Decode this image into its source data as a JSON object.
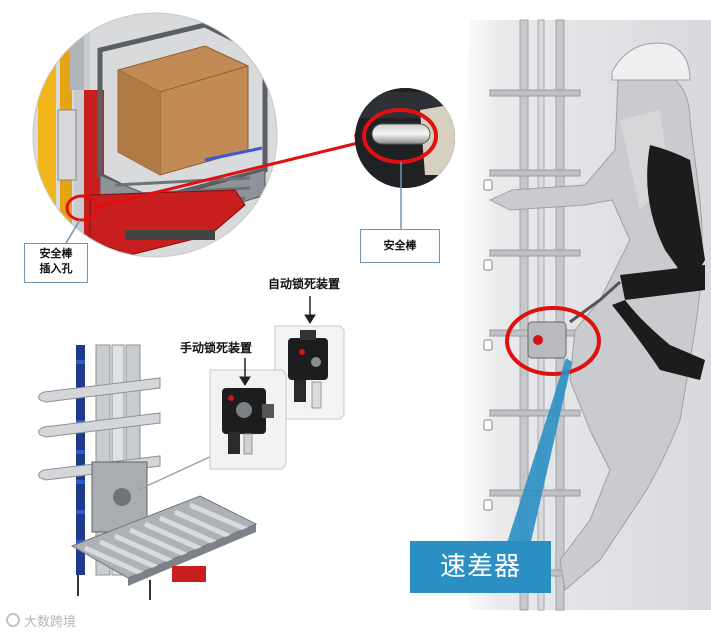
{
  "labels": {
    "safety_bar": "安全棒",
    "safety_bar_hole_line1": "安全棒",
    "safety_bar_hole_line2": "插入孔",
    "auto_lock": "自动锁死装置",
    "manual_lock": "手动锁死装置",
    "speed_governor": "速差器"
  },
  "watermark": "大数跨境",
  "colors": {
    "highlight_red": "#e01010",
    "callout_blue": "#2b8fc4",
    "label_border": "#6e96b4"
  }
}
